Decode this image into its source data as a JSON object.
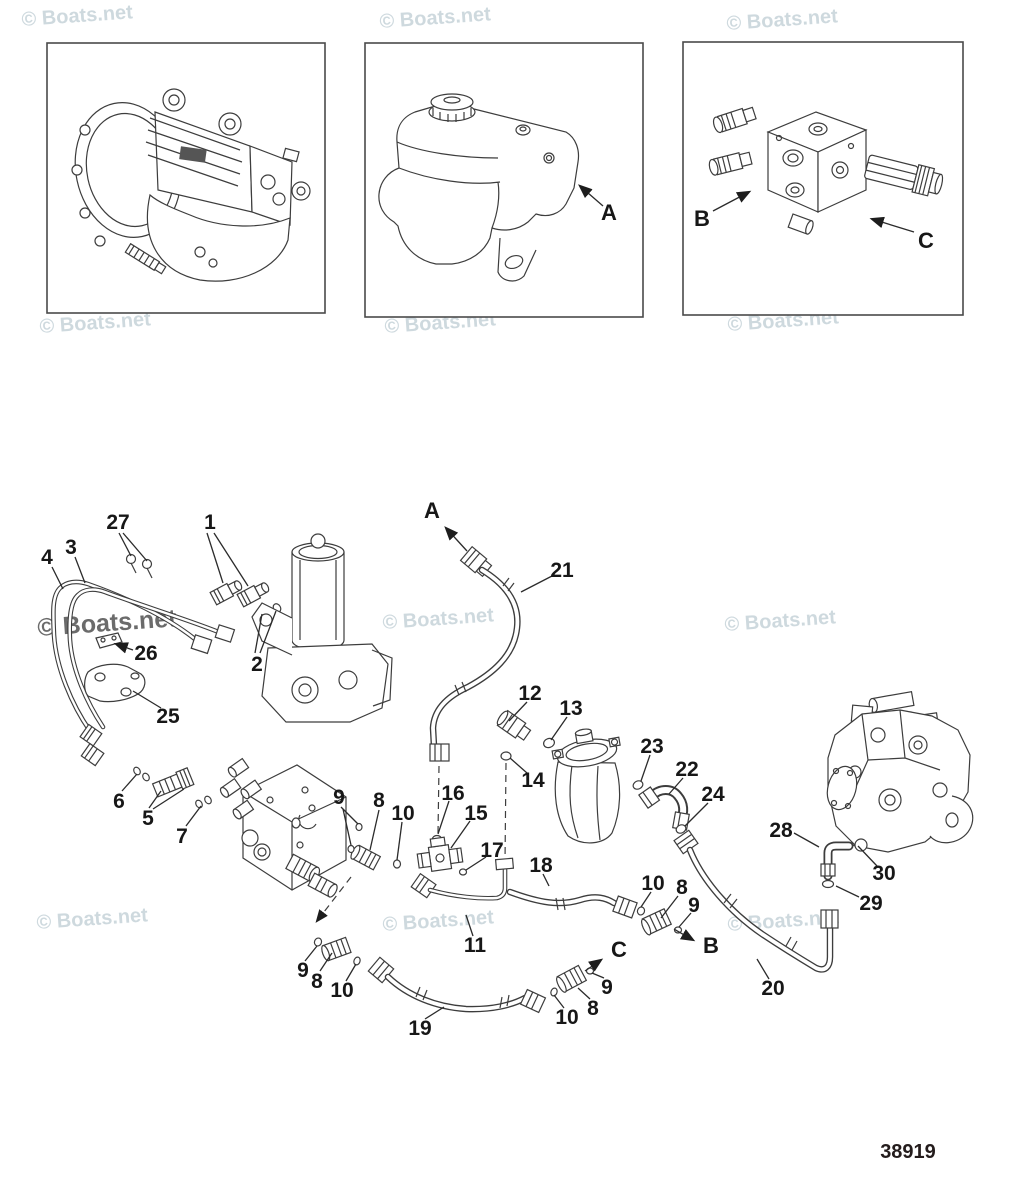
{
  "page": {
    "part_number": "38919",
    "background_color": "#ffffff",
    "line_color": "#3d3d3d"
  },
  "watermark": {
    "text": "© Boats.net",
    "light_color": "#c6d3d9",
    "dark_color": "#5c5c5c"
  },
  "insets": [
    {
      "name": "transmission-assembly"
    },
    {
      "name": "hydraulic-reservoir-tank",
      "callout_letter": "A"
    },
    {
      "name": "valve-manifold-block",
      "callout_letter_b": "B",
      "callout_letter_c": "C"
    }
  ],
  "diagram": {
    "reference_letters": {
      "a": "A",
      "b": "B",
      "c": "C"
    },
    "callouts": [
      {
        "label": "4"
      },
      {
        "label": "3"
      },
      {
        "label": "27"
      },
      {
        "label": "1"
      },
      {
        "label": "2"
      },
      {
        "label": "26"
      },
      {
        "label": "25"
      },
      {
        "label": "6"
      },
      {
        "label": "5"
      },
      {
        "label": "7"
      },
      {
        "label": "9"
      },
      {
        "label": "8"
      },
      {
        "label": "10"
      },
      {
        "label": "21"
      },
      {
        "label": "12"
      },
      {
        "label": "13"
      },
      {
        "label": "14"
      },
      {
        "label": "16"
      },
      {
        "label": "15"
      },
      {
        "label": "17"
      },
      {
        "label": "18"
      },
      {
        "label": "11"
      },
      {
        "label": "23"
      },
      {
        "label": "22"
      },
      {
        "label": "24"
      },
      {
        "label": "10"
      },
      {
        "label": "8"
      },
      {
        "label": "9"
      },
      {
        "label": "28"
      },
      {
        "label": "30"
      },
      {
        "label": "29"
      },
      {
        "label": "20"
      },
      {
        "label": "9"
      },
      {
        "label": "8"
      },
      {
        "label": "10"
      },
      {
        "label": "19"
      },
      {
        "label": "10"
      },
      {
        "label": "8"
      },
      {
        "label": "9"
      }
    ]
  }
}
